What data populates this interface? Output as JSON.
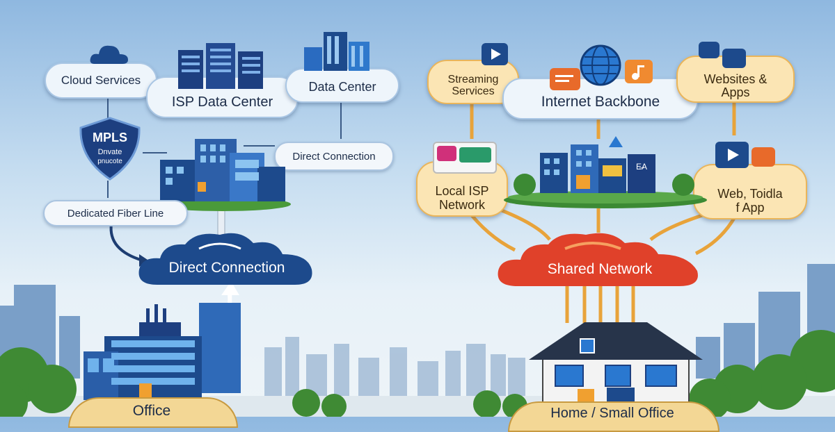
{
  "left": {
    "cloud_services": "Cloud Services",
    "isp_data_center": "ISP Data Center",
    "data_center": "Data Center",
    "mpls_title": "MPLS",
    "mpls_line1": "Dnvate",
    "mpls_line2": "pnucote",
    "direct_connection_pill": "Direct Connection",
    "dedicated_fiber": "Dedicated Fiber Line",
    "direct_connection_cloud": "Direct Connection",
    "office": "Office"
  },
  "right": {
    "streaming": "Streaming\nServices",
    "internet_backbone": "Internet Backbone",
    "websites_apps": "Websites &\nApps",
    "local_isp": "Local ISP\nNetwork",
    "web_toidla": "Web, Toidla\nf App",
    "shared_network": "Shared Network",
    "home_office": "Home / Small Office",
    "building_sign": "E̶A"
  },
  "colors": {
    "navy": "#1d4a8c",
    "red": "#e0412a",
    "orange_cloud": "#fbe5b4",
    "grass": "#4a9a3a"
  }
}
